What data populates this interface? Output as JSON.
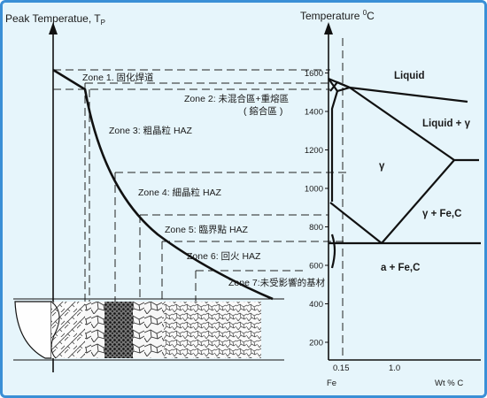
{
  "left_axis": {
    "title": "Peak Temperatue, T",
    "title_sub": "P"
  },
  "right_axis": {
    "title": "Temperature ",
    "title_sup": "0",
    "title_unit": "C",
    "ticks": [
      {
        "label": "1600",
        "value": 1600
      },
      {
        "label": "1400",
        "value": 1400
      },
      {
        "label": "1200",
        "value": 1200
      },
      {
        "label": "1000",
        "value": 1000
      },
      {
        "label": "800",
        "value": 800
      },
      {
        "label": "600",
        "value": 600
      },
      {
        "label": "400",
        "value": 400
      },
      {
        "label": "200",
        "value": 200
      }
    ],
    "x_ticks": [
      {
        "label": "0.15",
        "value": 0.15
      },
      {
        "label": "1.0",
        "value": 1.0
      }
    ],
    "x_start": "Fe",
    "x_end": "Wt % C"
  },
  "zones": [
    {
      "label": "Zone 1. 固化焊道"
    },
    {
      "label": "Zone 2: 未混合區+重熔區"
    },
    {
      "label": "Zone 3: 粗晶粒 HAZ"
    },
    {
      "label": "Zone 4: 細晶粒 HAZ"
    },
    {
      "label": "Zone 5: 臨界點 HAZ"
    },
    {
      "label": "Zone 6: 回火 HAZ"
    },
    {
      "label": "Zone 7:未受影響的基材"
    }
  ],
  "zone2_extra": "( 鎔合區 )",
  "phases": {
    "liquid": "Liquid",
    "liquid_gamma": "Liquid + γ",
    "gamma": "γ",
    "gamma_fe3c": "γ + Fe,C",
    "alpha_fe3c": "a + Fe,C"
  },
  "colors": {
    "frame": "#3a8fd6",
    "background": "#e6f5fb"
  }
}
